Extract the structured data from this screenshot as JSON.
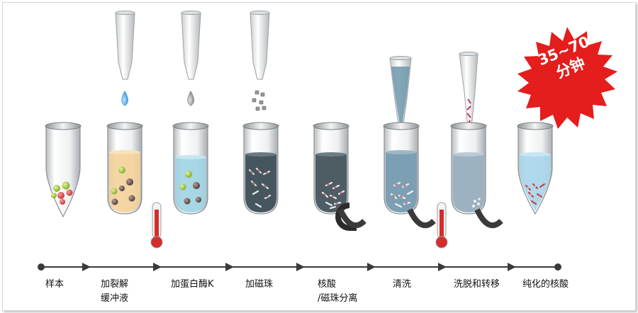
{
  "steps": [
    {
      "label": "样本"
    },
    {
      "label": "加裂解\n缓冲液"
    },
    {
      "label": "加蛋白酶K"
    },
    {
      "label": "加磁珠"
    },
    {
      "label": "核酸\n/磁珠分离"
    },
    {
      "label": "清洗"
    },
    {
      "label": "洗脱和转移"
    },
    {
      "label": "纯化的核酸"
    }
  ],
  "badge": {
    "line1": "35~70",
    "line2": "分钟"
  },
  "colors": {
    "badge_red": "#e41d1d",
    "lysis_buffer": "#f3d19a",
    "proteinase_k": "#9fd3e3",
    "beads_liquid": "#46565e",
    "wash_liquid": "#7d9fb3",
    "eluate": "#a8d5ea",
    "thermometer": "#d62b2b",
    "timeline": "#3a3a3a"
  }
}
